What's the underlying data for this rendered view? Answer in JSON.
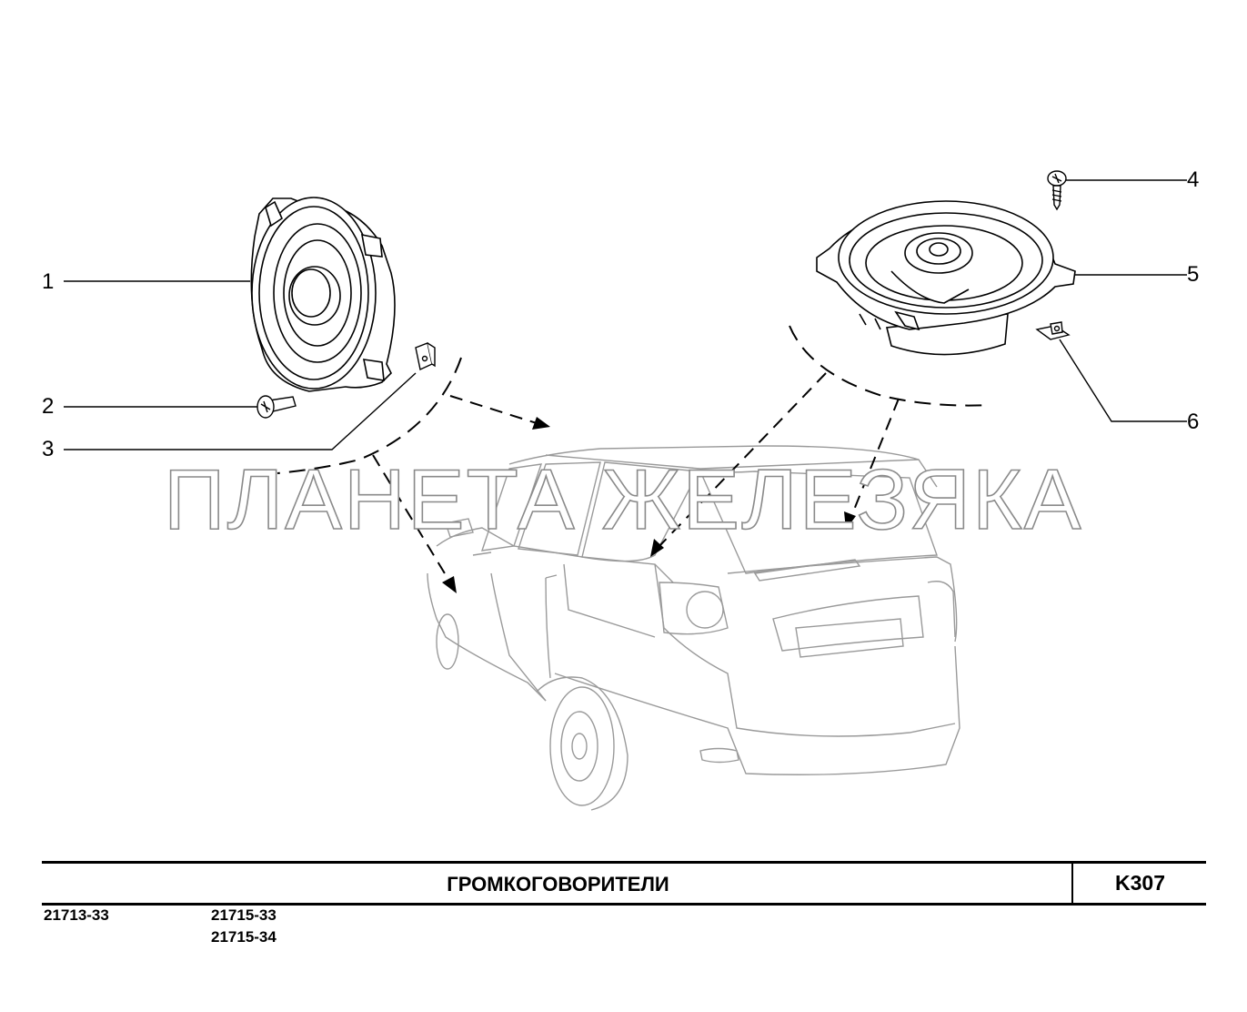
{
  "callouts": [
    {
      "num": "1"
    },
    {
      "num": "2"
    },
    {
      "num": "3"
    },
    {
      "num": "4"
    },
    {
      "num": "5"
    },
    {
      "num": "6"
    }
  ],
  "watermark": "ПЛАНЕТА ЖЕЛЕЗЯКА",
  "title_block": {
    "title": "ГРОМКОГОВОРИТЕЛИ",
    "code": "K307"
  },
  "models": [
    "21713-33",
    "21715-33",
    "21715-34"
  ]
}
